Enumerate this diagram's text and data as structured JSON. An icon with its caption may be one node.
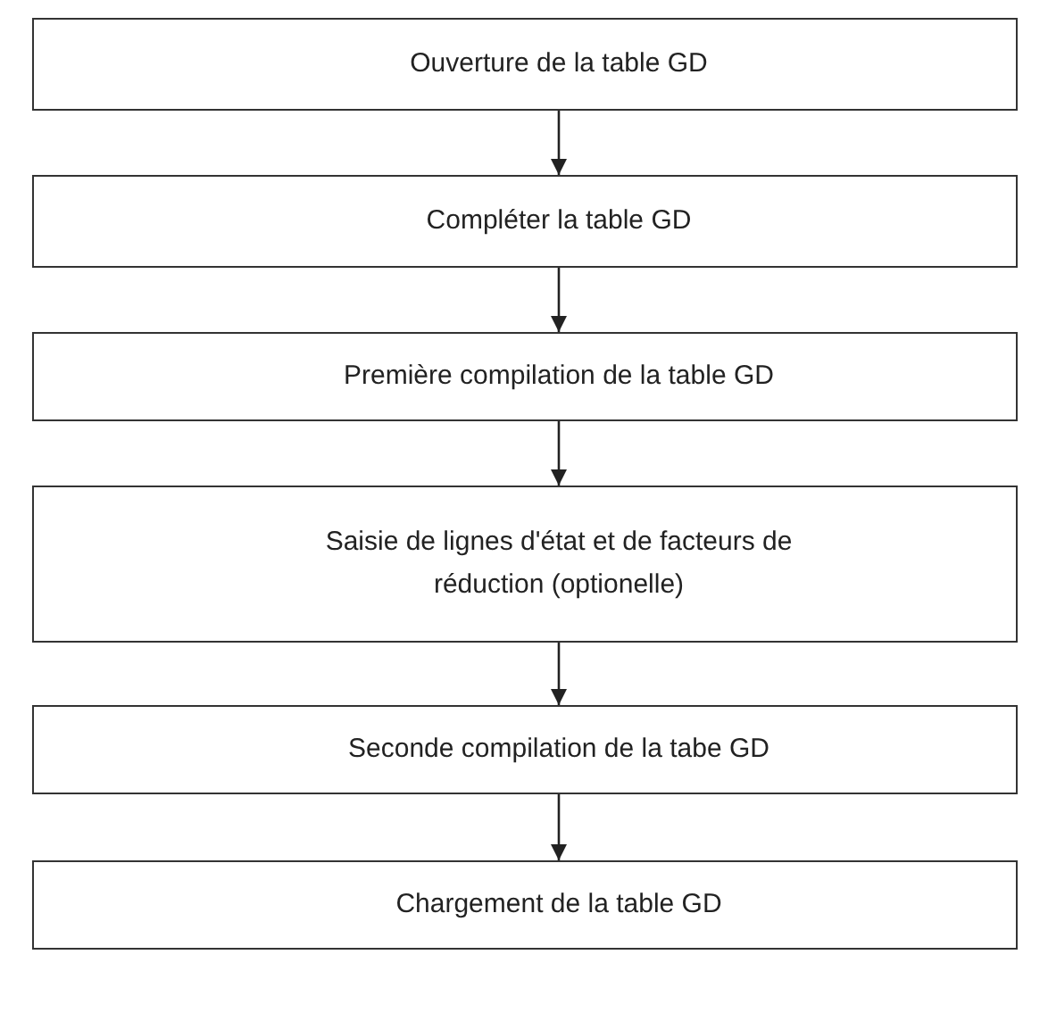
{
  "diagram": {
    "nodes": [
      {
        "text": [
          "Ouverture de la table GD"
        ]
      },
      {
        "text": [
          "Compléter la table GD"
        ]
      },
      {
        "text": [
          "Première compilation de la table GD"
        ]
      },
      {
        "text": [
          "Saisie de lignes d'état et de facteurs de réduction (optionelle)"
        ]
      },
      {
        "text": [
          "Seconde compilation de la tabe GD"
        ]
      },
      {
        "text": [
          "Chargement de la table GD"
        ]
      }
    ],
    "edges": [
      {
        "from": 0,
        "to": 1,
        "arrow": "to"
      },
      {
        "from": 1,
        "to": 2,
        "arrow": "to"
      },
      {
        "from": 2,
        "to": 3,
        "arrow": "to"
      },
      {
        "from": 3,
        "to": 4,
        "arrow": "to"
      },
      {
        "from": 4,
        "to": 5,
        "arrow": "to"
      }
    ]
  }
}
